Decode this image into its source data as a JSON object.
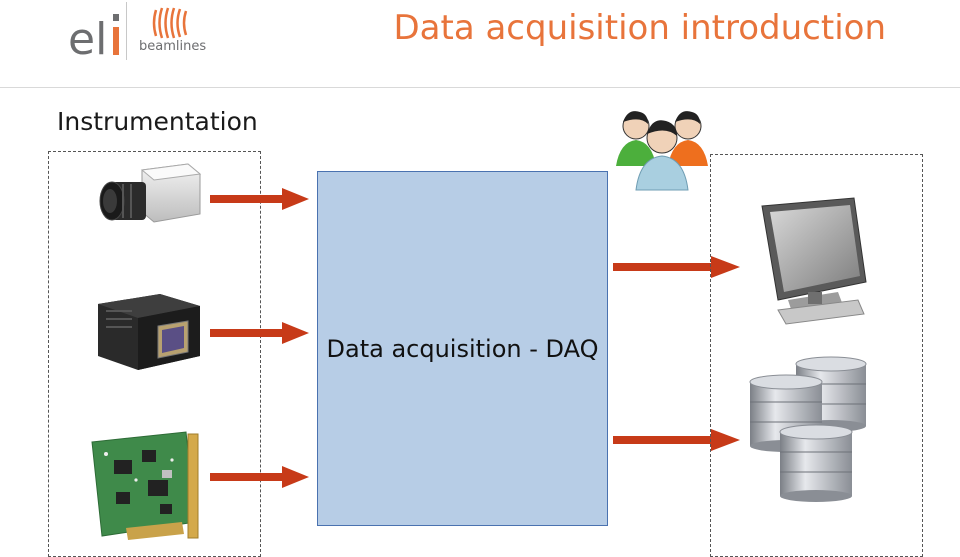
{
  "header": {
    "logo_text": "beamlines",
    "title": "Data acquisition introduction"
  },
  "section": {
    "heading": "Instrumentation"
  },
  "diagram": {
    "daq_label": "Data acquisition - DAQ",
    "inputs": [
      "ccd-camera",
      "scientific-camera",
      "pcie-acquisition-card"
    ],
    "outputs": [
      "users",
      "monitor",
      "database-storage"
    ]
  },
  "colors": {
    "accent": "#e8743b",
    "arrow": "#c73a18",
    "daq_fill": "#b7cde6",
    "daq_border": "#4a72b0"
  }
}
